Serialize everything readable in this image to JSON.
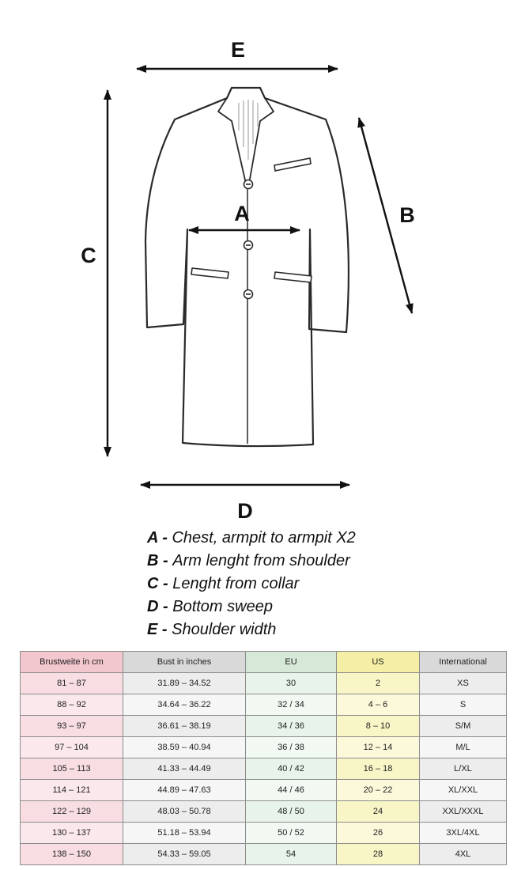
{
  "diagram": {
    "labels": {
      "A": "A",
      "B": "B",
      "C": "C",
      "D": "D",
      "E": "E"
    }
  },
  "legend": {
    "separator": " - ",
    "items": [
      {
        "letter": "A",
        "desc": "Chest, armpit to armpit X2"
      },
      {
        "letter": "B",
        "desc": "Arm lenght from shoulder"
      },
      {
        "letter": "C",
        "desc": "Lenght from collar"
      },
      {
        "letter": "D",
        "desc": "Bottom sweep"
      },
      {
        "letter": "E",
        "desc": "Shoulder width"
      }
    ]
  },
  "table": {
    "columns": [
      {
        "header": "Brustweite in cm",
        "header_bg": "#f2c7ce",
        "row_bg": "#f8dde2",
        "row_alt_bg": "#fbe8ec"
      },
      {
        "header": "Bust in inches",
        "header_bg": "#d9d9d9",
        "row_bg": "#ededed",
        "row_alt_bg": "#f6f6f6"
      },
      {
        "header": "EU",
        "header_bg": "#d6e9d8",
        "row_bg": "#e8f4ea",
        "row_alt_bg": "#f2f9f3"
      },
      {
        "header": "US",
        "header_bg": "#f4efa5",
        "row_bg": "#f8f5c6",
        "row_alt_bg": "#fbf9da"
      },
      {
        "header": "International",
        "header_bg": "#d9d9d9",
        "row_bg": "#ededed",
        "row_alt_bg": "#f6f6f6"
      }
    ],
    "rows": [
      [
        "81 – 87",
        "31.89 – 34.52",
        "30",
        "2",
        "XS"
      ],
      [
        "88 – 92",
        "34.64 – 36.22",
        "32 / 34",
        "4 – 6",
        "S"
      ],
      [
        "93 – 97",
        "36.61 – 38.19",
        "34 / 36",
        "8 – 10",
        "S/M"
      ],
      [
        "97 – 104",
        "38.59 – 40.94",
        "36 / 38",
        "12 – 14",
        "M/L"
      ],
      [
        "105 – 113",
        "41.33 – 44.49",
        "40 / 42",
        "16 – 18",
        "L/XL"
      ],
      [
        "114 – 121",
        "44.89 – 47.63",
        "44 / 46",
        "20 – 22",
        "XL/XXL"
      ],
      [
        "122 – 129",
        "48.03 – 50.78",
        "48 / 50",
        "24",
        "XXL/XXXL"
      ],
      [
        "130 – 137",
        "51.18 – 53.94",
        "50 / 52",
        "26",
        "3XL/4XL"
      ],
      [
        "138 – 150",
        "54.33 – 59.05",
        "54",
        "28",
        "4XL"
      ]
    ]
  }
}
